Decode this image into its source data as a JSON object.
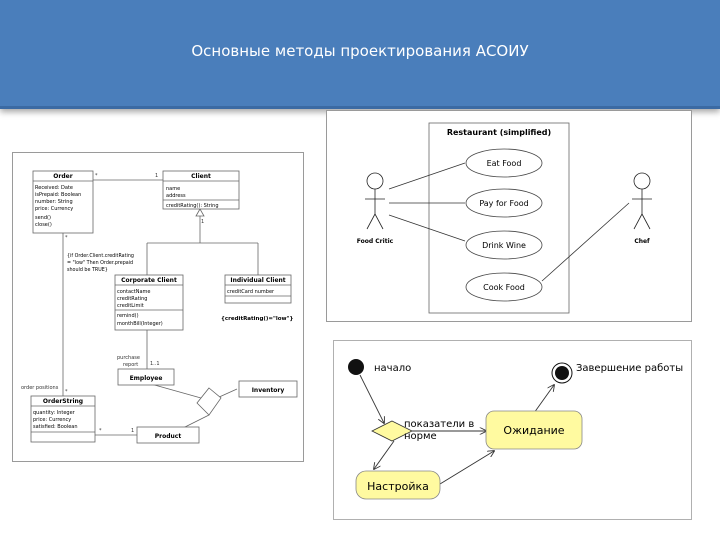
{
  "slide": {
    "title": "Основные методы проектирования АСОИУ"
  },
  "class_diagram": {
    "classes": {
      "order": {
        "name": "Order",
        "attrs": [
          "Received: Date",
          "isPrepaid: Boolean",
          "number: String",
          "price: Currency",
          "send()",
          "close()"
        ]
      },
      "client": {
        "name": "Client",
        "attrs": [
          "name",
          "address",
          "creditRating(): String"
        ]
      },
      "corporate": {
        "name": "Corporate Client",
        "attrs": [
          "contactName",
          "creditRating",
          "creditLimit",
          "remind()",
          "monthBill(Integer)"
        ]
      },
      "individual": {
        "name": "Individual Client",
        "attrs": [
          "creditCard number"
        ]
      },
      "employee": {
        "name": "Employee",
        "attrs": []
      },
      "inventory": {
        "name": "Inventory",
        "attrs": []
      },
      "orderline": {
        "name": "OrderString",
        "attrs": [
          "quantity: Integer",
          "price: Currency",
          "satisfied: Boolean"
        ]
      },
      "product": {
        "name": "Product",
        "attrs": []
      }
    },
    "note": [
      "{if Order.Client.creditRating",
      "= \"low\" Then Order.prepaid",
      "should be TRUE}"
    ],
    "constraint": "{creditRating()=\"low\"}",
    "labels": {
      "star1": "*",
      "one1": "1",
      "star2": "*",
      "one2": "1",
      "purchase": "purchase",
      "report": "report",
      "mult": "1..1",
      "order_positions": "order positions",
      "star3": "*",
      "star4": "*",
      "one3": "1"
    }
  },
  "use_case": {
    "system": "Restaurant (simplified)",
    "actors": {
      "left": "Food Critic",
      "right": "Chef"
    },
    "cases": [
      "Eat Food",
      "Pay for Food",
      "Drink Wine",
      "Cook Food"
    ]
  },
  "state_diagram": {
    "start": "начало",
    "end": "Завершение работы",
    "guard": [
      "показатели в",
      "норме"
    ],
    "wait": "Ожидание",
    "setup": "Настройка"
  }
}
